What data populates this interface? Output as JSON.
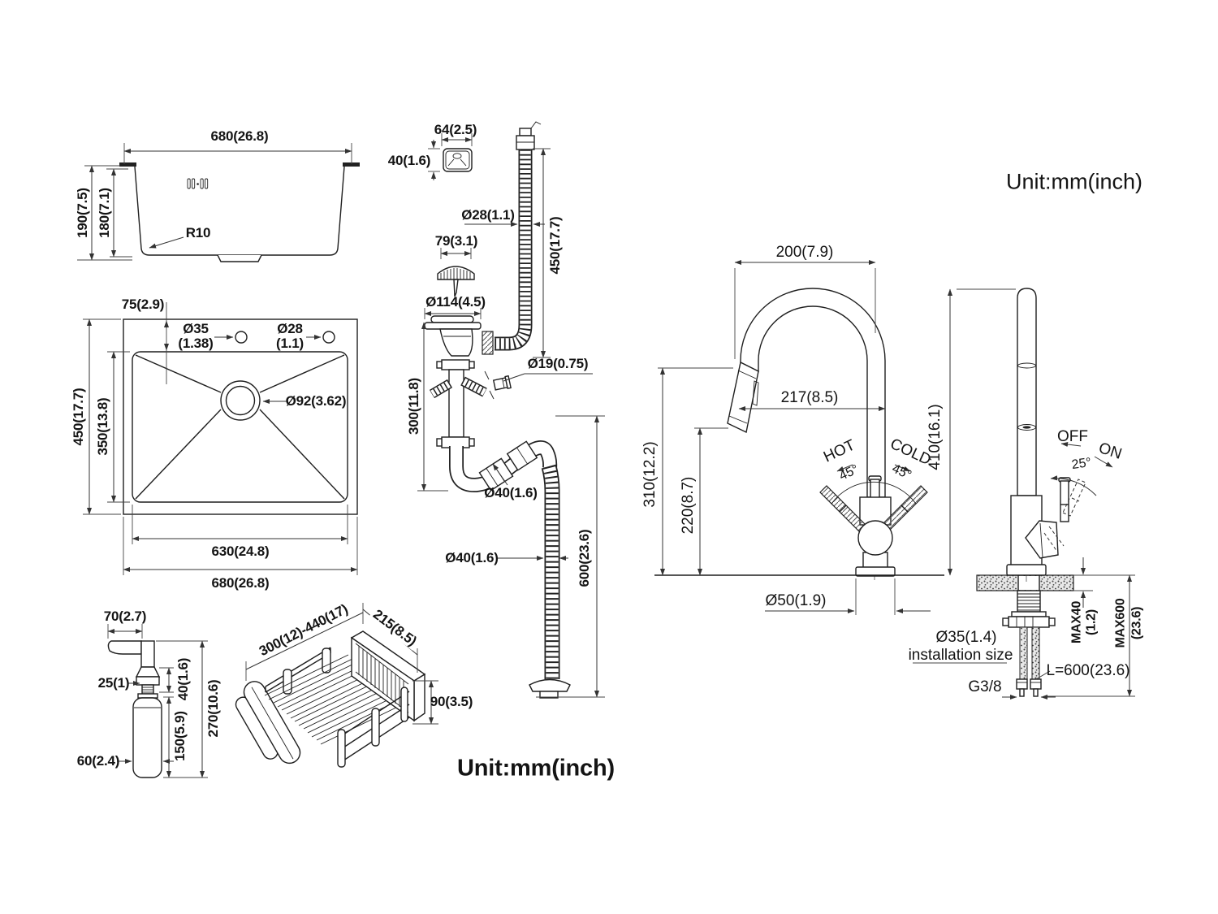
{
  "units": {
    "top_right": "Unit:mm(inch)",
    "bottom_center": "Unit:mm(inch)"
  },
  "sink_side": {
    "width": "680(26.8)",
    "depth_outer": "190(7.5)",
    "depth_inner": "180(7.1)",
    "corner_radius": "R10"
  },
  "sink_top": {
    "hole_offset": "75(2.9)",
    "hole_left": "Ø35\n(1.38)",
    "hole_right": "Ø28\n(1.1)",
    "drain_dia": "Ø92(3.62)",
    "length_outer": "450(17.7)",
    "length_inner": "350(13.8)",
    "width_inner": "630(24.8)",
    "width_outer": "680(26.8)"
  },
  "soap_dispenser": {
    "spout_len": "70(2.7)",
    "thread_dia": "25(1)",
    "neck_h": "40(1.6)",
    "bottle_h": "150(5.9)",
    "total_h": "270(10.6)",
    "bottle_dia": "60(2.4)"
  },
  "basket": {
    "length_range": "300(12)-440(17)",
    "width": "215(8.5)",
    "height": "90(3.5)"
  },
  "drain_kit": {
    "overflow_w": "64(2.5)",
    "overflow_h": "40(1.6)",
    "overflow_hose_dia": "Ø28(1.1)",
    "overflow_hose_len": "450(17.7)",
    "strainer_dia": "79(3.1)",
    "flange_dia": "Ø114(4.5)",
    "branch_dia": "Ø19(0.75)",
    "body_h": "300(11.8)",
    "trap_dia": "Ø40(1.6)",
    "outlet_dia": "Ø40(1.6)",
    "outlet_len": "600(23.6)"
  },
  "faucet_front": {
    "spout_reach": "200(7.9)",
    "sprayer_reach": "217(8.5)",
    "spout_height": "310(12.2)",
    "outlet_height": "220(8.7)",
    "hot": "HOT",
    "hot_angle": "45°",
    "cold": "COLD",
    "cold_angle": "45°",
    "base_dia": "Ø50(1.9)"
  },
  "faucet_side": {
    "total_height": "410(16.1)",
    "off": "OFF",
    "on": "ON",
    "handle_angle": "25°",
    "install_dia": "Ø35(1.4)",
    "install_note": "installation size",
    "max_counter": "MAX40",
    "max_counter_in": "(1.2)",
    "max_hose": "MAX600",
    "max_hose_in": "(23.6)",
    "hose_length": "L=600(23.6)",
    "thread_size": "G3/8"
  }
}
